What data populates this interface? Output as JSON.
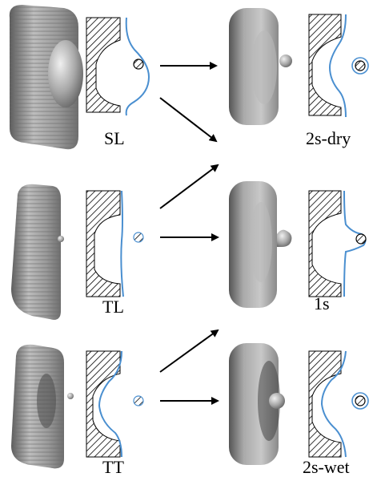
{
  "rows": [
    {
      "left_label": "SL",
      "right_label": "2s-dry"
    },
    {
      "left_label": "TL",
      "right_label": "1s"
    },
    {
      "left_label": "TT",
      "right_label": "2s-wet"
    }
  ],
  "colors": {
    "surface": "#8f8f8f",
    "surface_light": "#d4d4d4",
    "profile_line": "#4a8fd0",
    "hatch": "#000000",
    "arrow": "#000000"
  }
}
